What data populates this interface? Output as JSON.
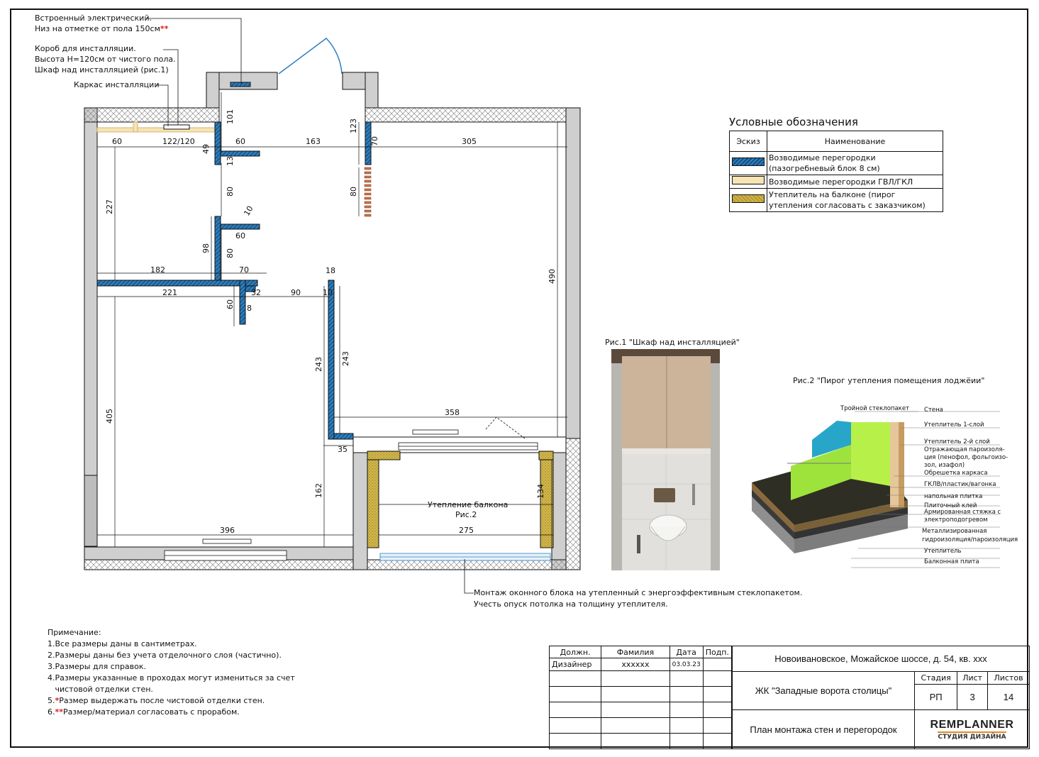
{
  "annotations": {
    "builtin_line1": "Встроенный электрический.",
    "builtin_line2": "Низ на отметке от пола 150см",
    "builtin_star": "**",
    "box_line1": "Короб для инсталляции.",
    "box_line2": "Высота H=120см от чистого пола.",
    "box_line3": "Шкаф над инсталляцией (рис.1)",
    "frame_label": "Каркас инсталляции",
    "window_line1": "Монтаж оконного блока на утепленный с энергоэффективным стеклопакетом.",
    "window_line2": "Учесть опуск потолка на толщину утеплителя.",
    "balcony_label1": "Утепление балкона",
    "balcony_label2": "Рис.2"
  },
  "dimensions": [
    "60",
    "122/120",
    "49",
    "101",
    "60",
    "163",
    "123",
    "70",
    "305",
    "13",
    "80",
    "80",
    "227",
    "10",
    "60",
    "98",
    "80",
    "182",
    "70",
    "18",
    "221",
    "32",
    "90",
    "10",
    "60",
    "8",
    "490",
    "243",
    "243",
    "358",
    "35",
    "405",
    "162",
    "134",
    "396",
    "275"
  ],
  "legend": {
    "title": "Условные обозначения",
    "col_sketch": "Эскиз",
    "col_name": "Наименование",
    "items": [
      {
        "icon": "partition-block-swatch",
        "color": "#2e7fbf",
        "line1": "Возводимые перегородки",
        "line2": "(пазогребневый блок 8 см)"
      },
      {
        "icon": "partition-gvl-swatch",
        "color": "#f6e4b4",
        "line1": "Возводимые перегородки ГВЛ/ГКЛ",
        "line2": ""
      },
      {
        "icon": "insulation-swatch",
        "color": "#c8ab3a",
        "line1": "Утеплитель на балконе (пирог",
        "line2": "утепления согласовать с заказчиком)"
      }
    ]
  },
  "fig1": {
    "title": "Рис.1 \"Шкаф над инсталляцией\""
  },
  "fig2": {
    "title": "Рис.2 \"Пирог утепления помещения лоджёии\"",
    "labels": [
      "Тройной стеклопакет",
      "Стена",
      "Утеплитель 1-слой",
      "Утеплитель 2-й слой",
      "Отражающая пароизоля-",
      "ция (пенофол, фольгоизо-",
      "зол, изафол)",
      "Обрешетка каркаса",
      "ГКЛВ/пластик/вагонка",
      "напольная плитка",
      "Плиточный клей",
      "Армированная стяжка с",
      "электроподогревом",
      "Металлизированная",
      "гидроизоляция/пароизоляция",
      "Утеплитель",
      "Балконная плита"
    ]
  },
  "notes": {
    "title": "Примечание:",
    "items": [
      "1.Все размеры даны в сантиметрах.",
      "2.Размеры даны без учета отделочного слоя (частично).",
      "3.Размеры для справок.",
      "4.Размеры указанные  в проходах могут измениться за счет",
      "   чистовой отделки стен."
    ],
    "item5_num": "5.",
    "item5_star": "*",
    "item5_text": "Размер выдержать после чистовой отделки стен.",
    "item6_num": "6.",
    "item6_star": "**",
    "item6_text": "Размер/материал согласовать с прорабом."
  },
  "stamp": {
    "h_position": "Должн.",
    "h_surname": "Фамилия",
    "h_date": "Дата",
    "h_sign": "Подп.",
    "role": "Дизайнер",
    "name": "xxxxxx",
    "date": "03.03.23",
    "address": "Новоивановское, Можайское шоссе, д. 54, кв. ххх",
    "project": "ЖК \"Западные ворота столицы\"",
    "sheet_title": "План монтажа стен и перегородок",
    "h_stage": "Стадия",
    "h_sheet": "Лист",
    "h_sheets": "Листов",
    "stage": "РП",
    "sheet": "3",
    "sheets": "14",
    "logo_main": "REMPLANNER",
    "logo_sub": "СТУДИЯ ДИЗАЙНА"
  }
}
